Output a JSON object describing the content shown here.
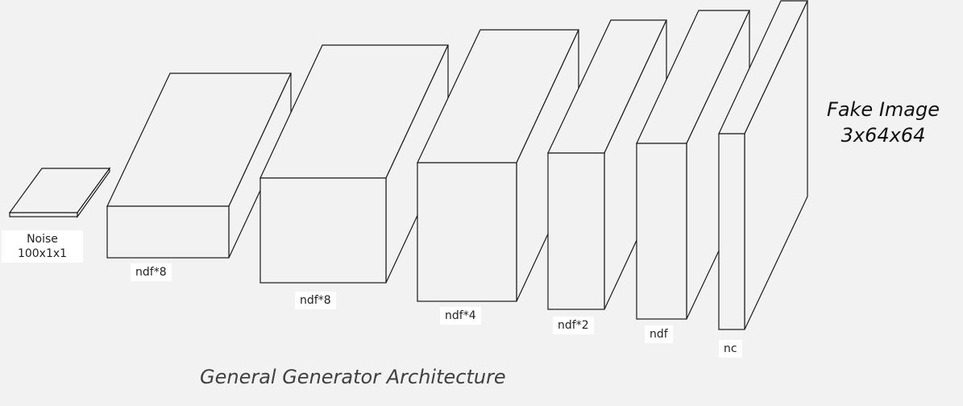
{
  "diagram": {
    "title": "General Generator Architecture",
    "input": {
      "name": "Noise",
      "shape": "100x1x1"
    },
    "layers": [
      {
        "label": "ndf*8"
      },
      {
        "label": "ndf*8"
      },
      {
        "label": "ndf*4"
      },
      {
        "label": "ndf*2"
      },
      {
        "label": "ndf"
      },
      {
        "label": "nc"
      }
    ],
    "output": {
      "name": "Fake Image",
      "shape": "3x64x64"
    },
    "colors": {
      "background": "#f2f2f2",
      "block_fill": "#f2f2f2",
      "stroke": "#1a1a1a",
      "label_box": "#ffffff"
    }
  }
}
